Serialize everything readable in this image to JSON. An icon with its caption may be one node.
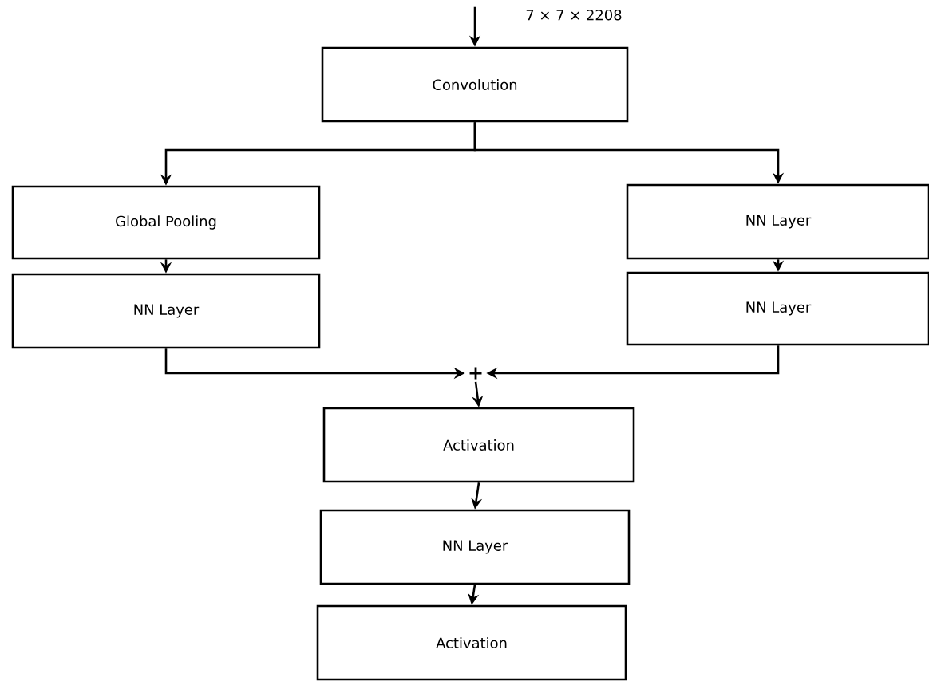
{
  "diagram": {
    "nodes": [
      {
        "text": [
          "Convolution"
        ]
      },
      {
        "text": [
          "Global Pooling"
        ]
      },
      {
        "text": [
          "NN Layer"
        ]
      },
      {
        "text": [
          "NN Layer"
        ]
      },
      {
        "text": [
          "NN Layer"
        ]
      },
      {
        "text": [
          "+"
        ]
      },
      {
        "text": [
          "Activation"
        ]
      },
      {
        "text": [
          "NN Layer"
        ]
      },
      {
        "text": [
          "Activation"
        ]
      }
    ],
    "edges": [
      {
        "from": null,
        "to": 0,
        "arrow": "to",
        "label": "7 × 7 × 2208"
      },
      {
        "from": 0,
        "to": 1,
        "arrow": "to"
      },
      {
        "from": 0,
        "to": 3,
        "arrow": "to"
      },
      {
        "from": 1,
        "to": 2,
        "arrow": "to"
      },
      {
        "from": 3,
        "to": 4,
        "arrow": "to"
      },
      {
        "from": 2,
        "to": 5,
        "arrow": "to"
      },
      {
        "from": 4,
        "to": 5,
        "arrow": "to"
      },
      {
        "from": 5,
        "to": 6,
        "arrow": "to"
      },
      {
        "from": 6,
        "to": 7,
        "arrow": "to"
      },
      {
        "from": 7,
        "to": 8,
        "arrow": "to"
      }
    ]
  }
}
